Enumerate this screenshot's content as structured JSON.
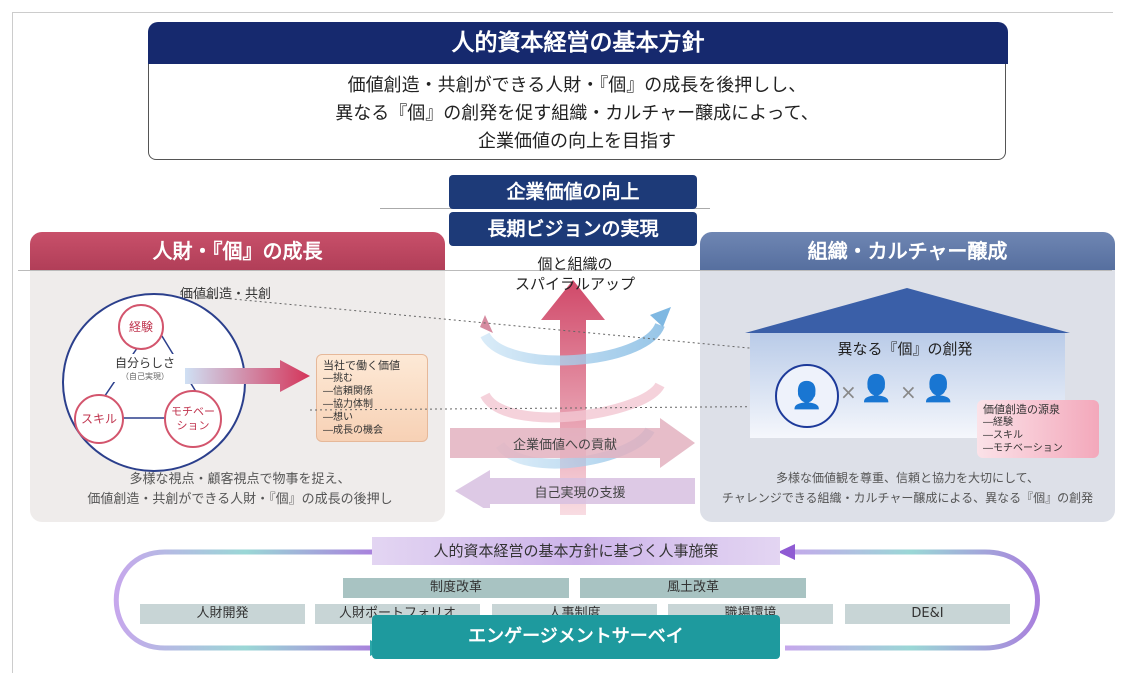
{
  "policy": {
    "title": "人的資本経営の基本方針",
    "line1": "価値創造・共創ができる人財・『個』の成長を後押しし、",
    "line2": "異なる『個』の創発を促す組織・カルチャー醸成によって、",
    "line3": "企業価値の向上を目指す"
  },
  "center": {
    "value_up": "企業価値の向上",
    "vision": "長期ビジョンの実現",
    "spiral_line1": "個と組織の",
    "spiral_line2": "スパイラルアップ",
    "contribution": "企業価値への貢献",
    "self_realization": "自己実現の支援"
  },
  "left": {
    "header": "人財・『個』の成長",
    "subtitle": "価値創造・共創",
    "node_experience": "経験",
    "node_self": "自分らしさ",
    "node_self_sub": "（自己実現）",
    "node_skill": "スキル",
    "node_motivation": "モチベーション",
    "value_list_title": "当社で働く価値",
    "value_list": [
      "―挑む",
      "―信頼関係",
      "―協力体制",
      "―想い",
      "―成長の機会"
    ],
    "caption1": "多様な視点・顧客視点で物事を捉え、",
    "caption2": "価値創造・共創ができる人財・『個』の成長の後押し"
  },
  "right": {
    "header": "組織・カルチャー醸成",
    "house_title": "異なる『個』の創発",
    "source_title": "価値創造の源泉",
    "source_list": [
      "―経験",
      "―スキル",
      "―モチベーション"
    ],
    "caption1": "多様な価値観を尊重、信頼と協力を大切にして、",
    "caption2": "チャレンジできる組織・カルチャー醸成による、異なる『個』の創発"
  },
  "bottom": {
    "measures_title": "人的資本経営の基本方針に基づく人事施策",
    "reform1": "制度改革",
    "reform2": "風土改革",
    "items": [
      "人財開発",
      "人財ポートフォリオ",
      "人事制度",
      "職場環境",
      "DE&I"
    ],
    "engagement": "エンゲージメントサーベイ"
  },
  "colors": {
    "navy": "#16296e",
    "rose": "#b13e58",
    "slate": "#566f9f",
    "teal": "#1e9a9e",
    "purple": "#9a6fd1"
  }
}
